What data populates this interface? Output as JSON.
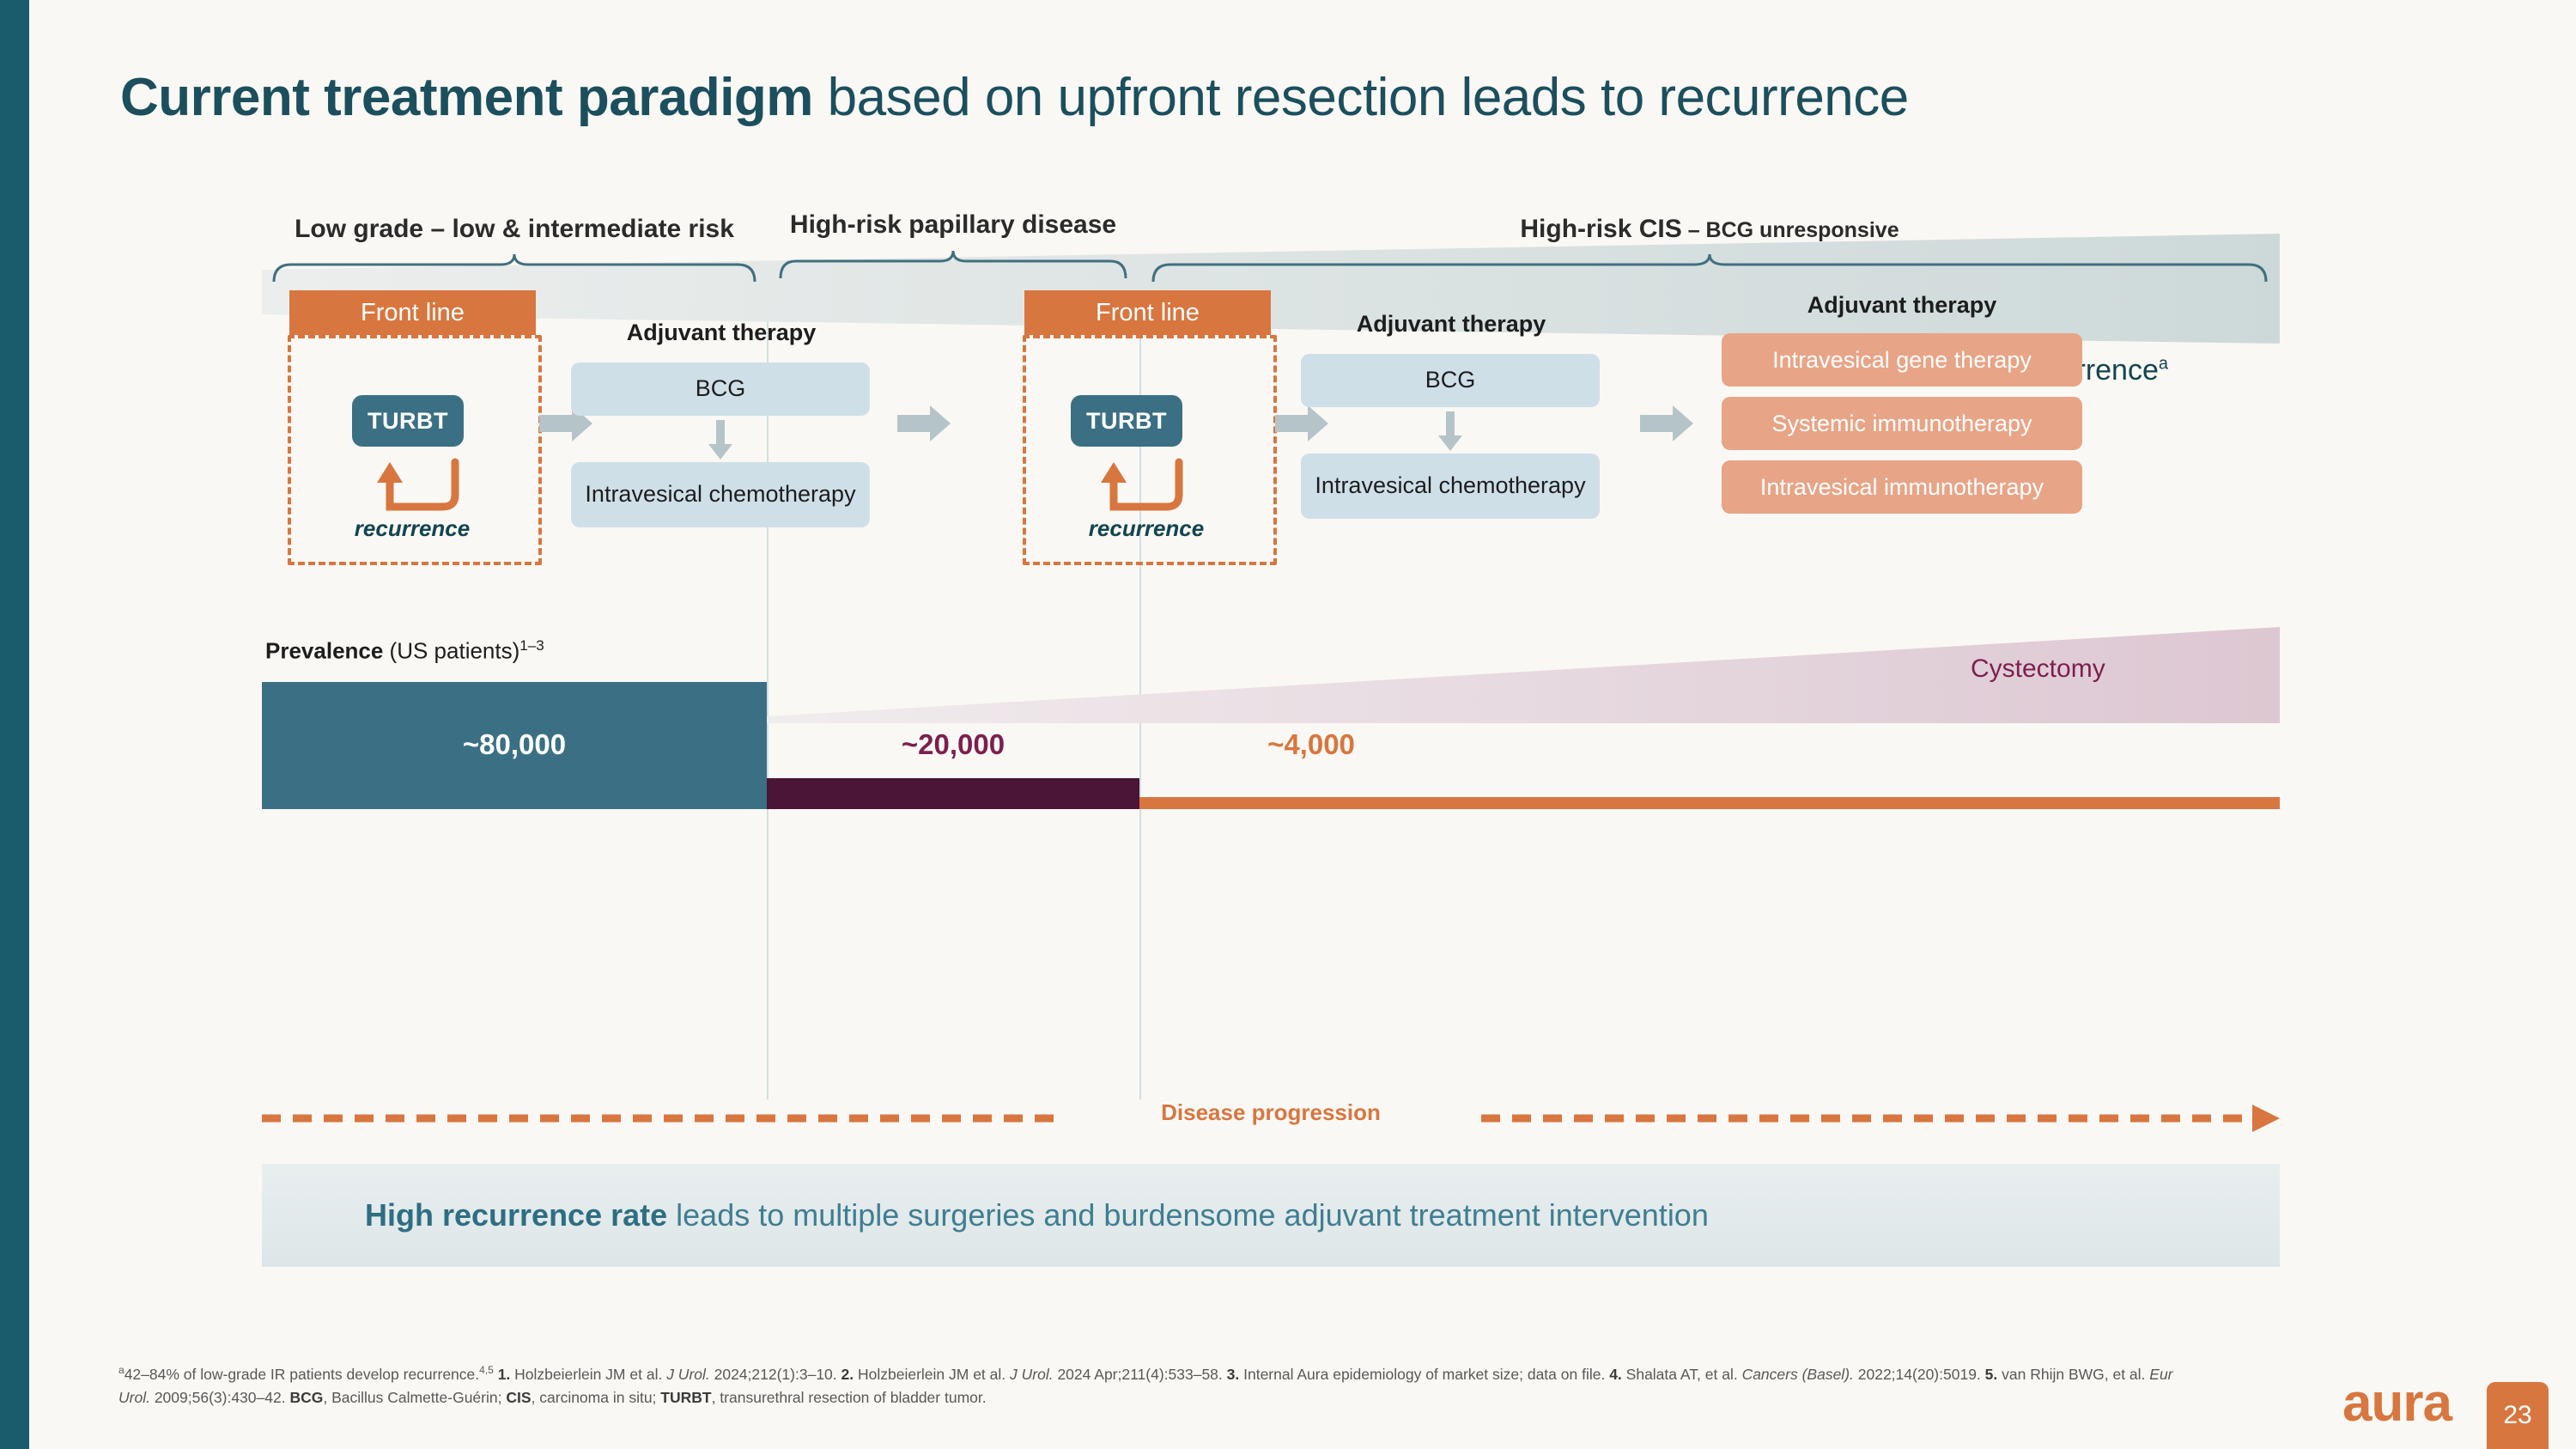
{
  "title": {
    "bold": "Current treatment paradigm",
    "rest": " based on upfront resection leads to recurrence"
  },
  "columns": [
    {
      "header_main": "Low grade – low & intermediate risk",
      "header_sub": ""
    },
    {
      "header_main": "High-risk papillary disease",
      "header_sub": ""
    },
    {
      "header_main": "High-risk CIS",
      "header_sub": " – BCG unresponsive"
    }
  ],
  "recurrence_band": {
    "label": "Recurrence",
    "superscript": "a"
  },
  "panels": {
    "col1": {
      "front_line": "Front line",
      "turbt": "TURBT",
      "recurrence": "recurrence",
      "adjuvant_header": "Adjuvant therapy",
      "therapies": [
        "BCG",
        "Intravesical chemotherapy"
      ]
    },
    "col2": {
      "front_line": "Front line",
      "turbt": "TURBT",
      "recurrence": "recurrence",
      "adjuvant_header": "Adjuvant therapy",
      "therapies": [
        "BCG",
        "Intravesical chemotherapy"
      ]
    },
    "col3": {
      "adjuvant_header": "Adjuvant therapy",
      "therapies": [
        "Intravesical gene therapy",
        "Systemic immunotherapy",
        "Intravesical immunotherapy"
      ]
    }
  },
  "cystectomy": {
    "label": "Cystectomy"
  },
  "prevalence": {
    "label_bold": "Prevalence",
    "label_rest": " (US patients)",
    "label_sup": "1–3"
  },
  "progression": {
    "label": "Disease progression"
  },
  "banner": {
    "bold": "High recurrence rate",
    "rest": " leads to multiple surgeries and burdensome adjuvant treatment intervention"
  },
  "footnotes": {
    "line1": "42–84% of low-grade IR patients develop recurrence.",
    "line1_sup_a": "a",
    "line1_sup_ref": "4,5",
    "refs": "1. Holzbeierlein JM et al. J Urol. 2024;212(1):3–10. 2. Holzbeierlein JM et al. J Urol. 2024 Apr;211(4):533–58. 3. Internal Aura epidemiology of market size; data on file. 4. Shalata AT, et al. Cancers (Basel). 2022;14(20):5019. 5. van Rhijn BWG, et al. Eur Urol. 2009;56(3):430–42.",
    "abbrev": "BCG, Bacillus Calmette-Guérin; CIS, carcinoma in situ; TURBT, transurethral resection of bladder tumor."
  },
  "branding": {
    "logo": "aura",
    "page_number": "23"
  },
  "chart_data": {
    "type": "bar",
    "title": "Prevalence (US patients)",
    "categories": [
      "Low grade – low & intermediate risk",
      "High-risk papillary disease",
      "High-risk CIS – BCG unresponsive"
    ],
    "values": [
      80000,
      20000,
      4000
    ],
    "value_labels": [
      "~80,000",
      "~20,000",
      "~4,000"
    ],
    "colors": [
      "#3b7084",
      "#4a1536",
      "#d8763f"
    ],
    "xlabel": "",
    "ylabel": "US patients",
    "grid": false,
    "legend": "none"
  },
  "colors": {
    "accent_rail": "#1a5c6b",
    "title": "#1b4f5e",
    "orange": "#d8763f",
    "teal": "#3b7084",
    "maroon": "#4a1536",
    "purple": "#7d1f4e",
    "light_blue_box": "#cfdfe8",
    "salmon_box": "#e8a486",
    "background": "#faf8f4"
  }
}
